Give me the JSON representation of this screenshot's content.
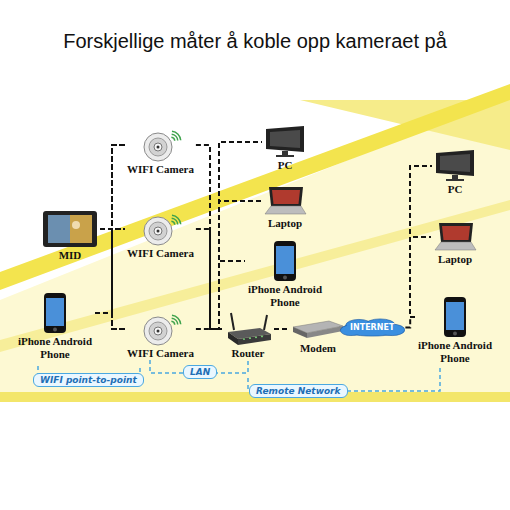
{
  "diagram": {
    "title": "Forskjellige måter å koble opp kameraet på",
    "nodes": [
      {
        "text": [
          "WIFI Camera"
        ]
      },
      {
        "text": [
          "MID"
        ]
      },
      {
        "text": [
          "WIFI Camera"
        ]
      },
      {
        "text": [
          "iPhone Android Phone"
        ]
      },
      {
        "text": [
          "WIFI Camera"
        ]
      },
      {
        "text": [
          "PC"
        ]
      },
      {
        "text": [
          "Laptop"
        ]
      },
      {
        "text": [
          "iPhone Android Phone"
        ]
      },
      {
        "text": [
          "Router"
        ]
      },
      {
        "text": [
          "Modem"
        ]
      },
      {
        "text": [
          "INTERNET"
        ]
      },
      {
        "text": [
          "PC"
        ]
      },
      {
        "text": [
          "Laptop"
        ]
      },
      {
        "text": [
          "iPhone Android Phone"
        ]
      },
      {
        "text": [
          "WIFI point-to-point"
        ]
      },
      {
        "text": [
          "LAN"
        ]
      },
      {
        "text": [
          "Remote Network"
        ]
      }
    ],
    "edges": [
      {
        "from": 1,
        "to": 0,
        "arrow": "none"
      },
      {
        "from": 1,
        "to": 2,
        "arrow": "none"
      },
      {
        "from": 1,
        "to": 4,
        "arrow": "none"
      },
      {
        "from": 3,
        "to": 0,
        "arrow": "none"
      },
      {
        "from": 3,
        "to": 2,
        "arrow": "none"
      },
      {
        "from": 3,
        "to": 4,
        "arrow": "none"
      },
      {
        "from": 0,
        "to": 8,
        "arrow": "none"
      },
      {
        "from": 2,
        "to": 8,
        "arrow": "none"
      },
      {
        "from": 4,
        "to": 8,
        "arrow": "none"
      },
      {
        "from": 8,
        "to": 5,
        "arrow": "none"
      },
      {
        "from": 8,
        "to": 6,
        "arrow": "none"
      },
      {
        "from": 8,
        "to": 7,
        "arrow": "none"
      },
      {
        "from": 8,
        "to": 9,
        "arrow": "none"
      },
      {
        "from": 9,
        "to": 10,
        "arrow": "none"
      },
      {
        "from": 10,
        "to": 13,
        "arrow": "none"
      },
      {
        "from": 13,
        "to": 11,
        "arrow": "none"
      },
      {
        "from": 13,
        "to": 12,
        "arrow": "none"
      }
    ]
  }
}
